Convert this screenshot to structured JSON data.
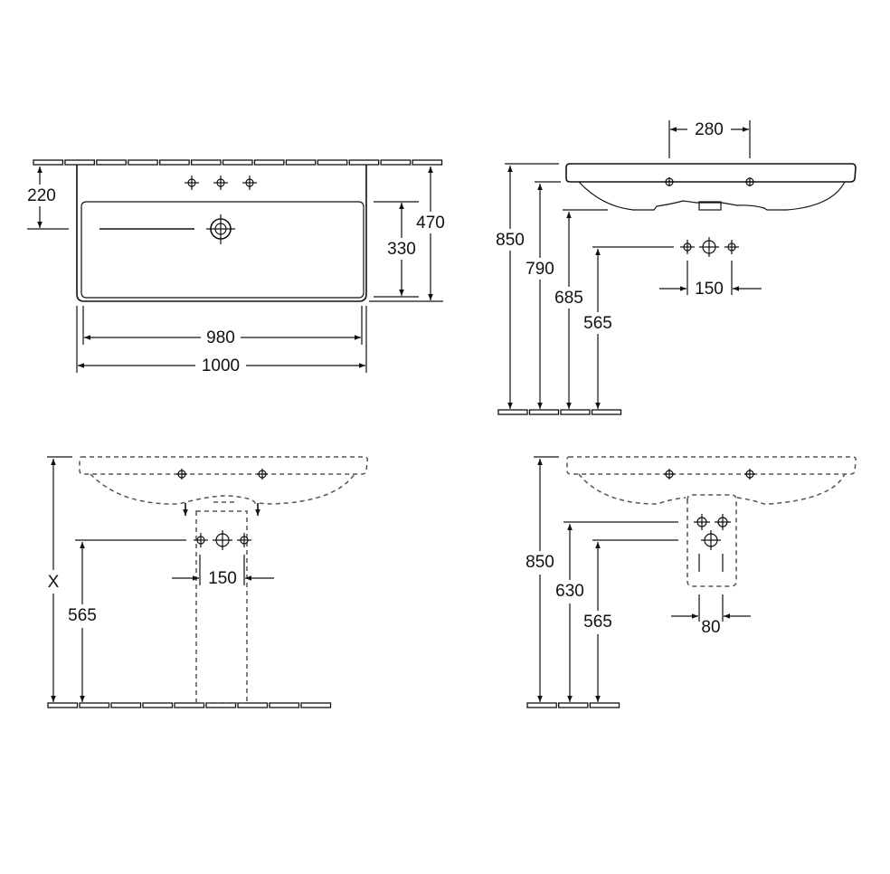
{
  "top_view": {
    "tap_hole_depth": "220",
    "basin_depth": "330",
    "overall_depth": "470",
    "inner_width": "980",
    "overall_width": "1000"
  },
  "side_view": {
    "hole_spacing": "280",
    "rim_height": "850",
    "rim_underside_height": "790",
    "bowl_bottom_height": "685",
    "supply_height": "565",
    "supply_spacing": "150"
  },
  "pedestal_view": {
    "rim_height_variable": "X",
    "supply_height": "565",
    "supply_spacing": "150"
  },
  "semi_pedestal_view": {
    "rim_height": "850",
    "supply_height": "630",
    "waste_height": "565",
    "supply_spacing": "80"
  }
}
